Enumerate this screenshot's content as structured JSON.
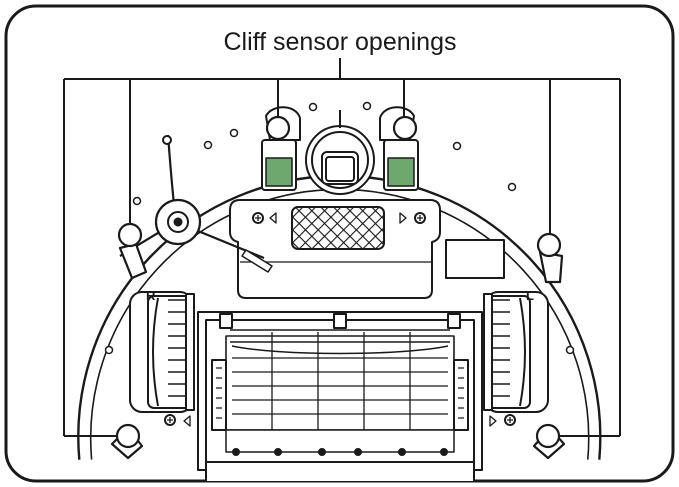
{
  "diagram": {
    "title": "Cliff sensor openings",
    "right_wheel_label": "R",
    "left_wheel_label": "L",
    "colors": {
      "outline": "#1a1a1a",
      "sensor_window": "#6fa86f",
      "background": "#ffffff"
    }
  }
}
